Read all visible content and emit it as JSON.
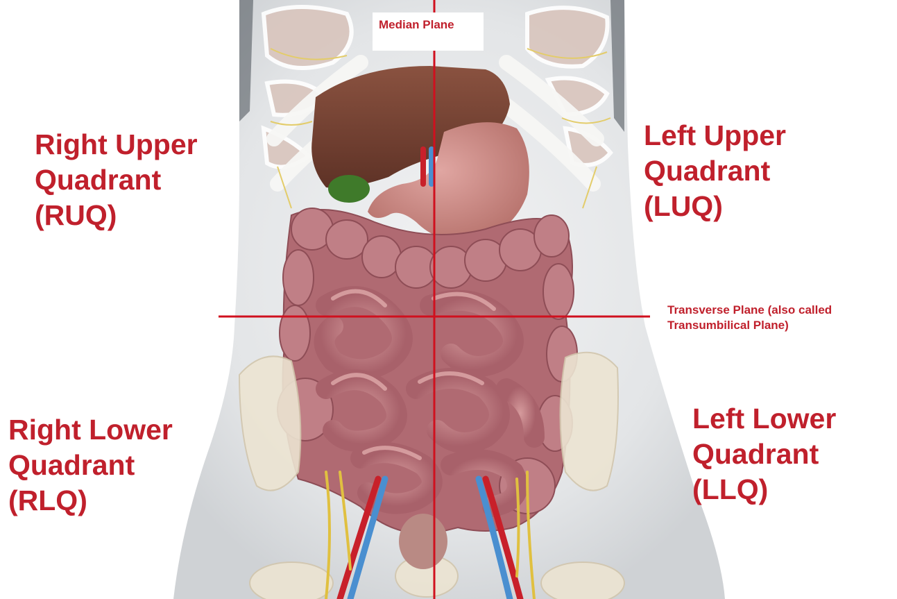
{
  "median_plane": "Median Plane",
  "transverse_plane": {
    "line1": "Transverse Plane (also called",
    "line2": "Transumbilical Plane)"
  },
  "quadrants": {
    "ruq": {
      "line1": "Right Upper",
      "line2": "Quadrant",
      "line3": "(RUQ)"
    },
    "luq": {
      "line1": "Left Upper",
      "line2": "Quadrant",
      "line3": "(LUQ)"
    },
    "rlq": {
      "line1": "Right Lower",
      "line2": "Quadrant",
      "line3": "(RLQ)"
    },
    "llq": {
      "line1": "Left Lower",
      "line2": "Quadrant",
      "line3": "(LLQ)"
    }
  },
  "colors": {
    "label_red": "#c0202c",
    "plane_line": "#d0101e",
    "body_skin": "#e6e8ea",
    "intestine": "#b8727a",
    "liver": "#7a4536",
    "stomach": "#c98a86",
    "gallbladder": "#3f7a2a",
    "artery": "#c8202a",
    "vein": "#4a8fd0",
    "nerve": "#e0c040",
    "bone": "#ece4d2"
  }
}
